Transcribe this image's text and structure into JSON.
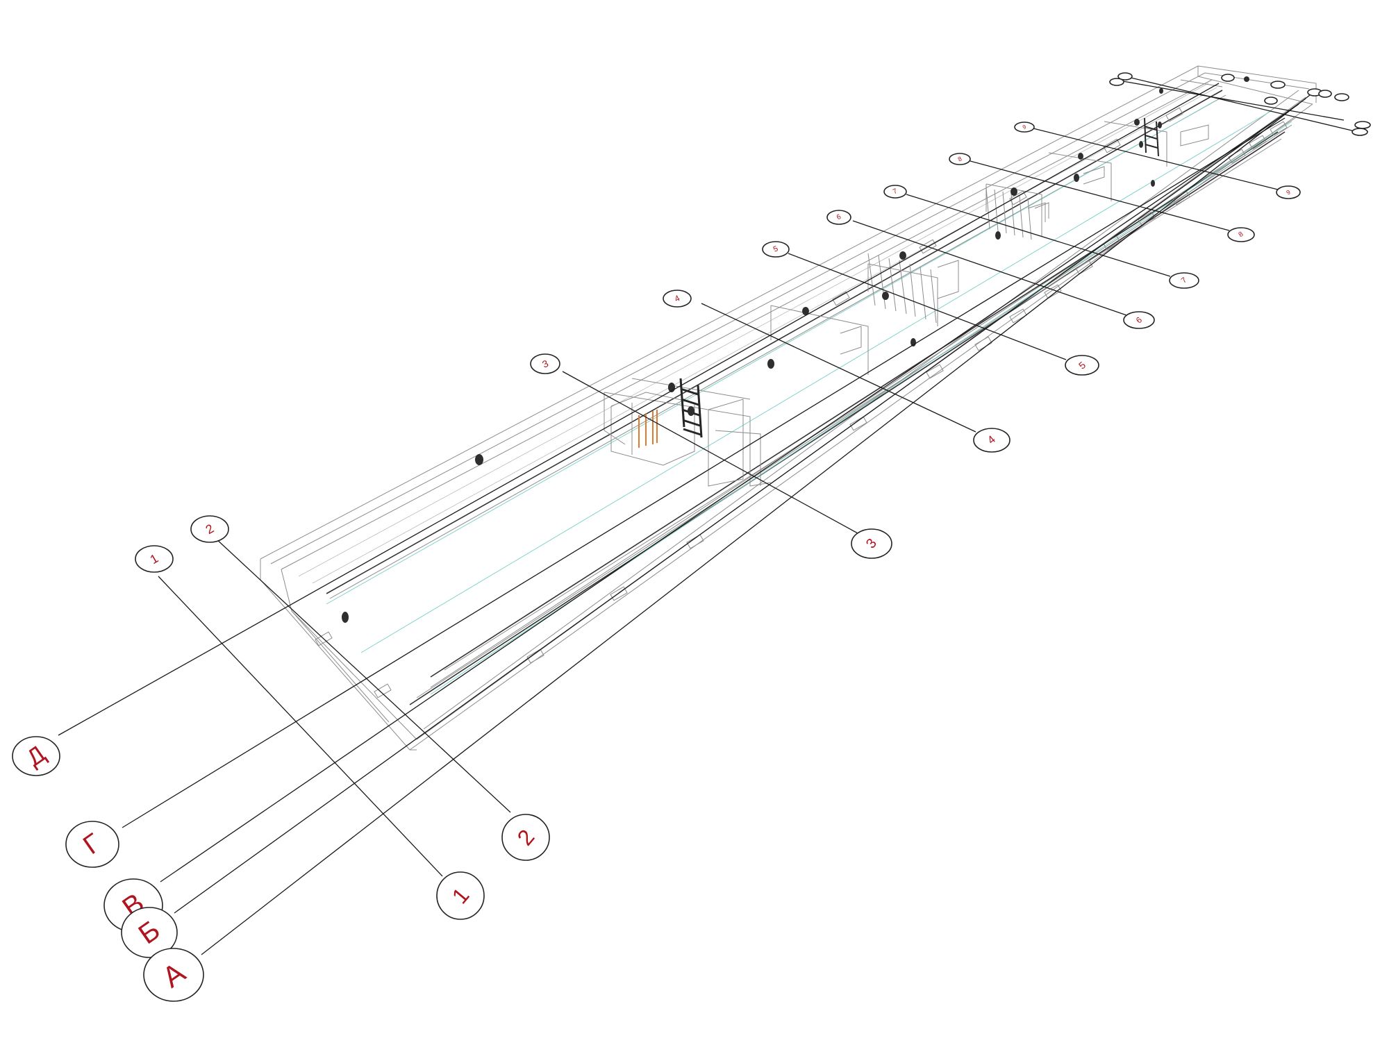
{
  "axes": [
    {
      "label": "Д"
    },
    {
      "label": "Г"
    },
    {
      "label": "В"
    },
    {
      "label": "Б"
    },
    {
      "label": "А"
    },
    {
      "label": "1"
    },
    {
      "label": "2"
    },
    {
      "label": "1"
    },
    {
      "label": "2"
    },
    {
      "label": "3"
    },
    {
      "label": "3"
    },
    {
      "label": "4"
    },
    {
      "label": "4"
    },
    {
      "label": "5"
    },
    {
      "label": "5"
    },
    {
      "label": "6"
    },
    {
      "label": "6"
    },
    {
      "label": "7"
    },
    {
      "label": "7"
    },
    {
      "label": "8"
    },
    {
      "label": "8"
    },
    {
      "label": "9"
    },
    {
      "label": "9"
    }
  ],
  "colors": {
    "bubble_text": "#b0141e",
    "door": "#e07a2e",
    "cyan_lines": "#7fd3cc"
  }
}
